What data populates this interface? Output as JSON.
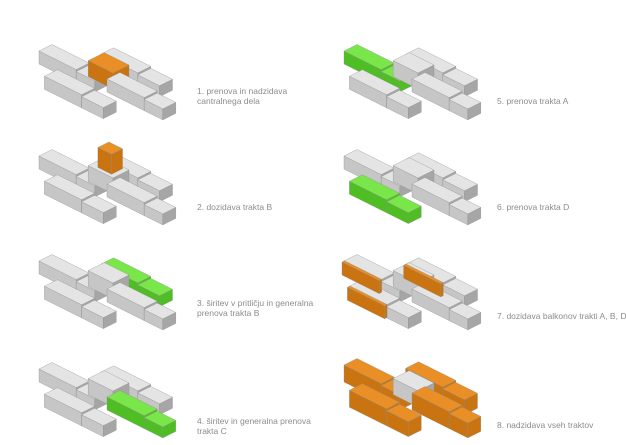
{
  "colors": {
    "top": "#e4e4e4",
    "left": "#c6c6c6",
    "right": "#a6a6a6",
    "edge": "#8e8e8e",
    "orange": "#ea8f25",
    "orange_side": "#c97410",
    "green": "#79e64a",
    "green_side": "#4fbe24",
    "caption": "#8c8c8c"
  },
  "steps": [
    {
      "id": 1,
      "caption": [
        "1. prenova in nadzidava",
        "cantralnega dela"
      ]
    },
    {
      "id": 2,
      "caption": [
        "2. dozidava trakta B"
      ]
    },
    {
      "id": 3,
      "caption": [
        "3. širitev v pritličju in generalna",
        "prenova trakta B"
      ]
    },
    {
      "id": 4,
      "caption": [
        "4. širitev in generalna prenova",
        "trakta C"
      ]
    },
    {
      "id": 5,
      "caption": [
        "5. prenova trakta A"
      ]
    },
    {
      "id": 6,
      "caption": [
        "6. prenova trakta D"
      ]
    },
    {
      "id": 7,
      "caption": [
        "7. dozidava balkonov trakti A, B, D"
      ]
    },
    {
      "id": 8,
      "caption": [
        "8. nadzidava vseh traktov"
      ]
    }
  ]
}
